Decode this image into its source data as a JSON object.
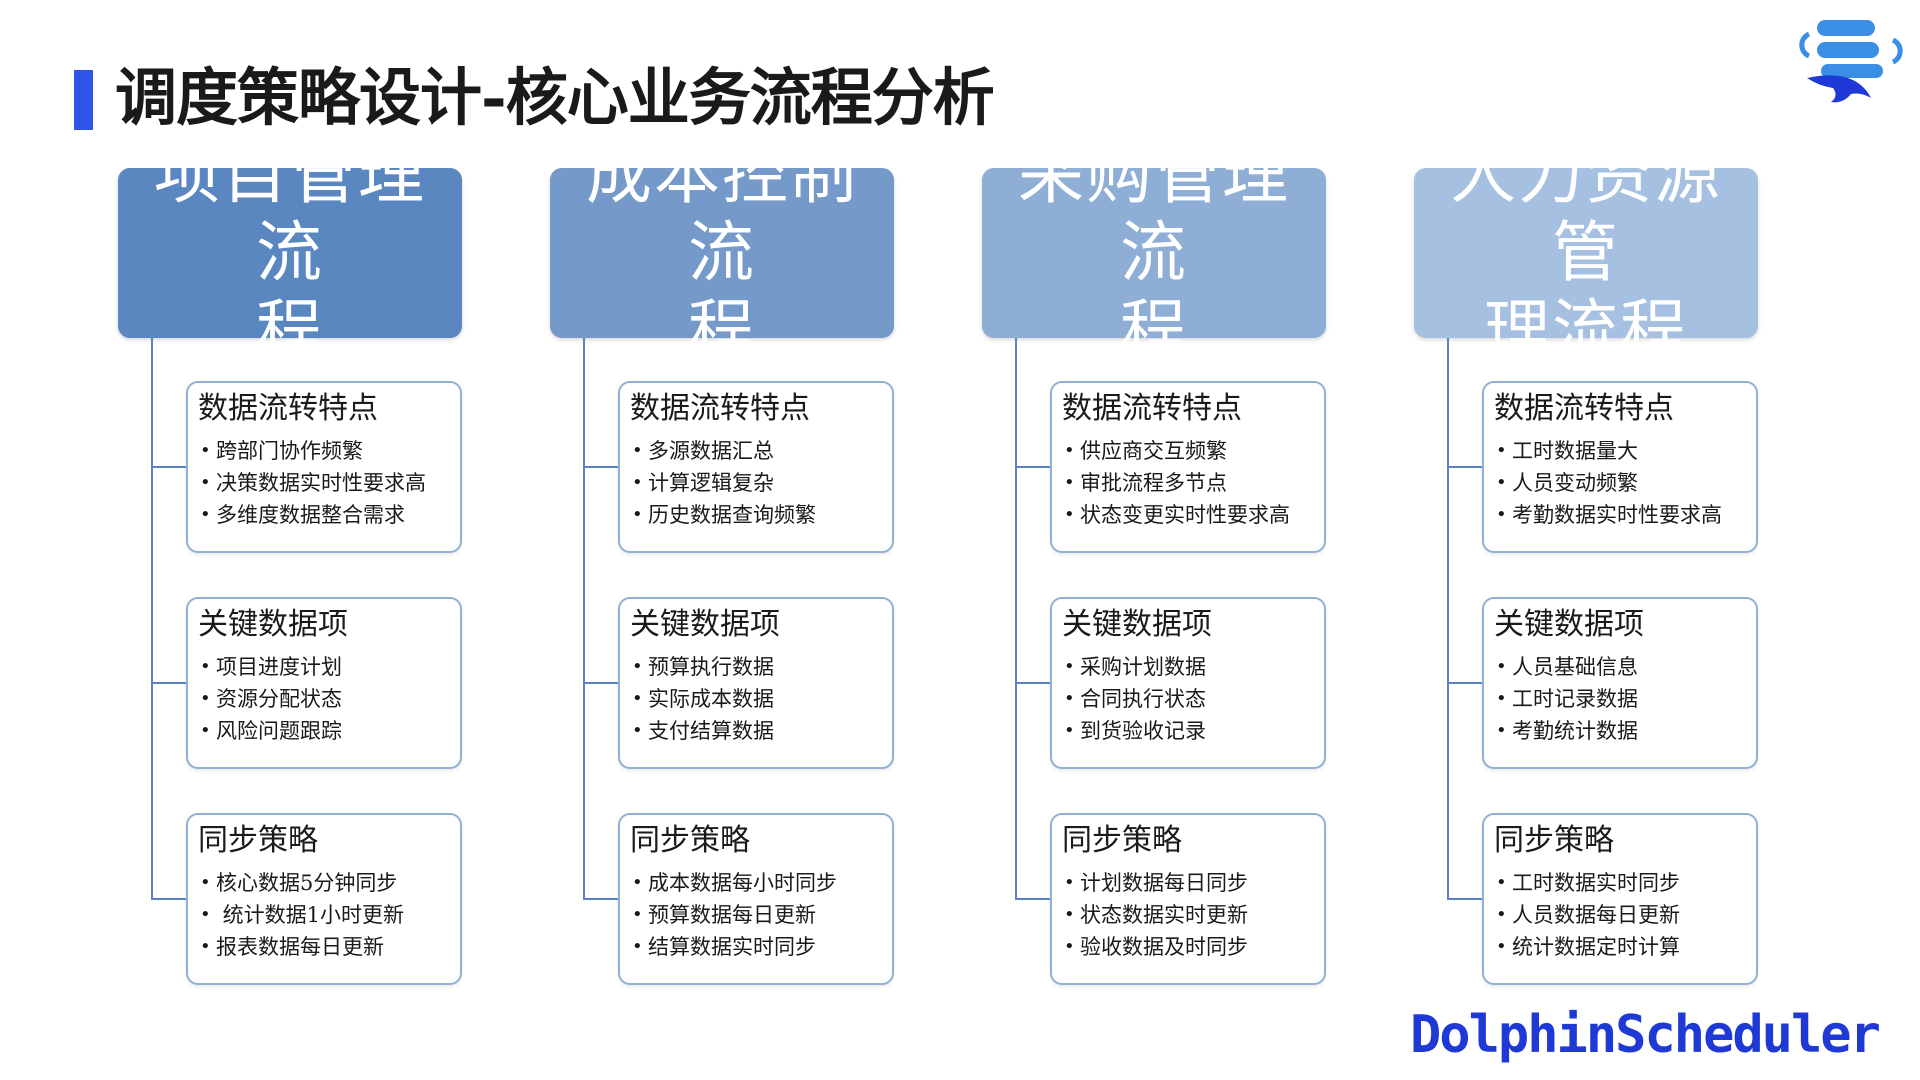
{
  "page": {
    "title": "调度策略设计-核心业务流程分析",
    "brand": "DolphinScheduler",
    "accent_color": "#2d55e8"
  },
  "columns": [
    {
      "header_line1": "项目管理流",
      "header_line2": "程",
      "header_color": "#5b87c1",
      "cards": [
        {
          "title": "数据流转特点",
          "items": [
            "跨部门协作频繁",
            "决策数据实时性要求高",
            "多维度数据整合需求"
          ]
        },
        {
          "title": "关键数据项",
          "items": [
            "项目进度计划",
            "资源分配状态",
            "风险问题跟踪"
          ]
        },
        {
          "title": "同步策略",
          "items": [
            "核心数据5分钟同步",
            " 统计数据1小时更新",
            "报表数据每日更新"
          ]
        }
      ]
    },
    {
      "header_line1": "成本控制流",
      "header_line2": "程",
      "header_color": "#7599c9",
      "cards": [
        {
          "title": "数据流转特点",
          "items": [
            "多源数据汇总",
            "计算逻辑复杂",
            "历史数据查询频繁"
          ]
        },
        {
          "title": "关键数据项",
          "items": [
            "预算执行数据",
            "实际成本数据",
            "支付结算数据"
          ]
        },
        {
          "title": "同步策略",
          "items": [
            "成本数据每小时同步",
            "预算数据每日更新",
            "结算数据实时同步"
          ]
        }
      ]
    },
    {
      "header_line1": "采购管理流",
      "header_line2": "程",
      "header_color": "#8eaed6",
      "cards": [
        {
          "title": "数据流转特点",
          "items": [
            "供应商交互频繁",
            "审批流程多节点",
            "状态变更实时性要求高"
          ]
        },
        {
          "title": "关键数据项",
          "items": [
            "采购计划数据",
            "合同执行状态",
            "到货验收记录"
          ]
        },
        {
          "title": "同步策略",
          "items": [
            "计划数据每日同步",
            "状态数据实时更新",
            "验收数据及时同步"
          ]
        }
      ]
    },
    {
      "header_line1": "人力资源管",
      "header_line2": "理流程",
      "header_color": "#a5c0e1",
      "cards": [
        {
          "title": "数据流转特点",
          "items": [
            "工时数据量大",
            "人员变动频繁",
            "考勤数据实时性要求高"
          ]
        },
        {
          "title": "关键数据项",
          "items": [
            "人员基础信息",
            "工时记录数据",
            "考勤统计数据"
          ]
        },
        {
          "title": "同步策略",
          "items": [
            "工时数据实时同步",
            "人员数据每日更新",
            "统计数据定时计算"
          ]
        }
      ]
    }
  ]
}
